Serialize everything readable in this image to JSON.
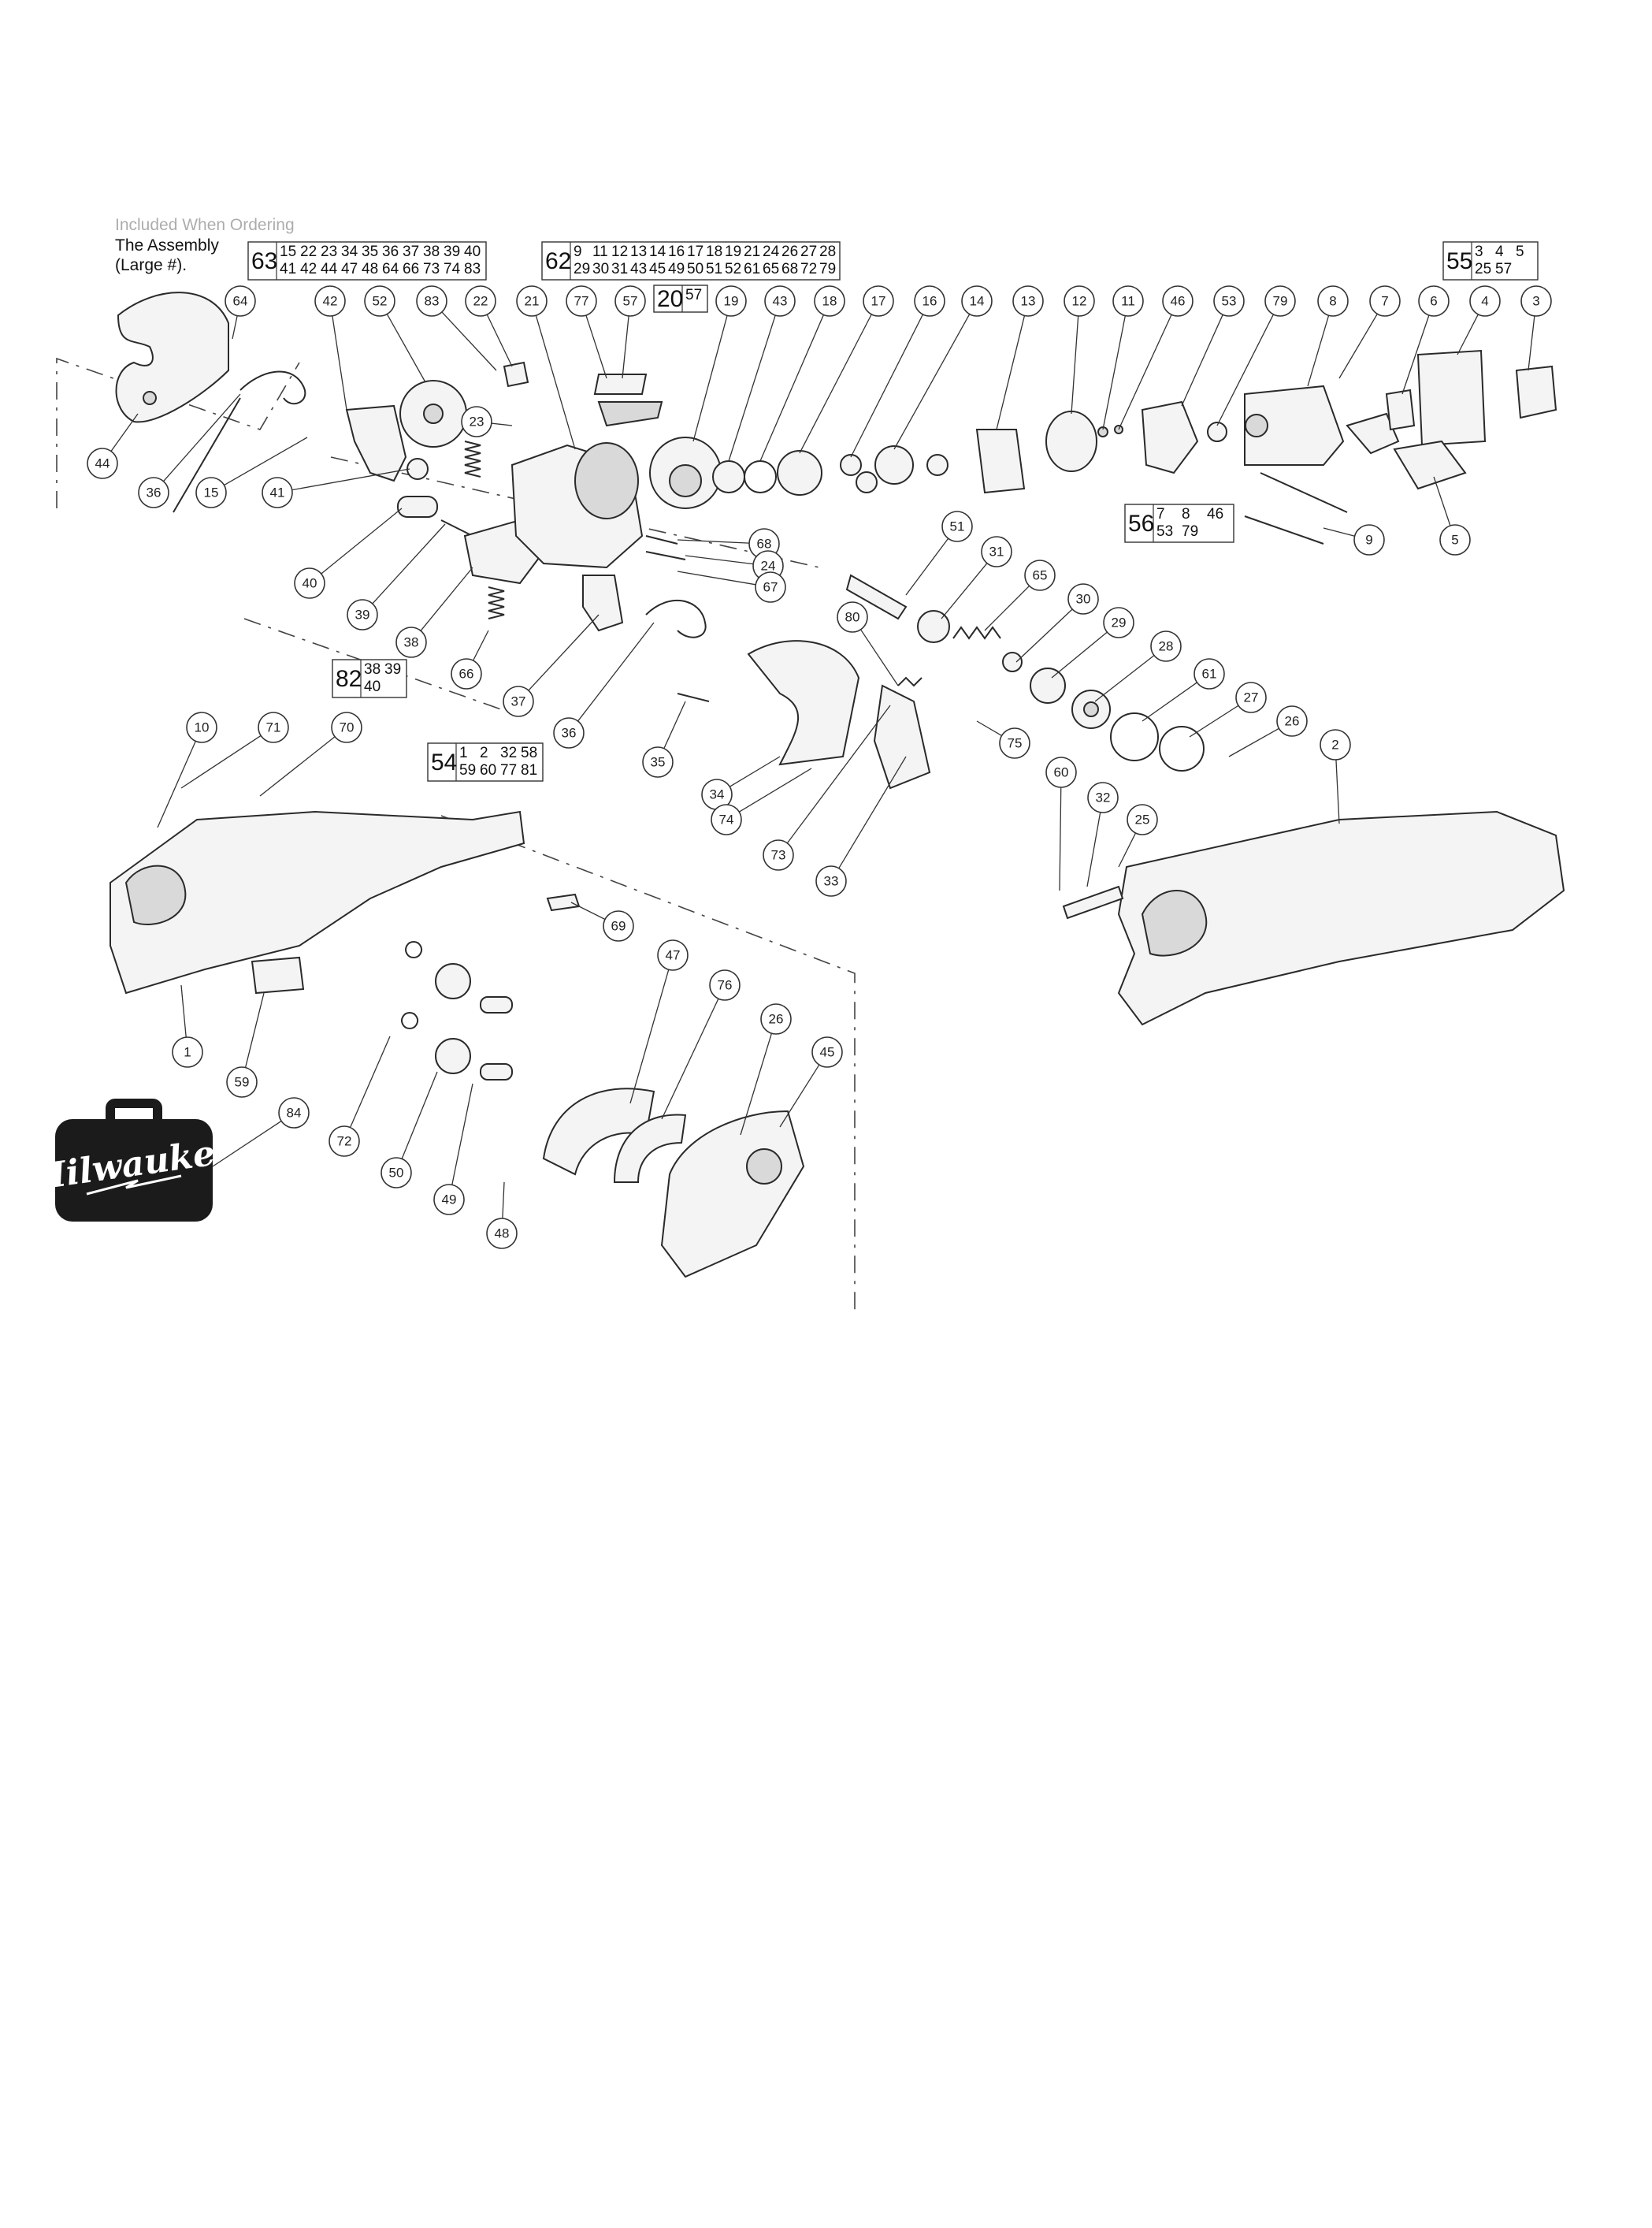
{
  "note": {
    "line1": "Included When Ordering",
    "line2": "The Assembly",
    "line3": "(Large #)."
  },
  "kits": [
    {
      "id": "kit-63",
      "main": "63",
      "rows": [
        [
          "15",
          "22",
          "23",
          "34",
          "35",
          "36",
          "37",
          "38",
          "39",
          "40"
        ],
        [
          "41",
          "42",
          "44",
          "47",
          "48",
          "64",
          "66",
          "73",
          "74",
          "83"
        ]
      ]
    },
    {
      "id": "kit-62",
      "main": "62",
      "rows": [
        [
          "9",
          "11",
          "12",
          "13",
          "14",
          "16",
          "17",
          "18",
          "19",
          "21",
          "24",
          "26",
          "27",
          "28"
        ],
        [
          "29",
          "30",
          "31",
          "43",
          "45",
          "49",
          "50",
          "51",
          "52",
          "61",
          "65",
          "68",
          "72",
          "79"
        ]
      ]
    },
    {
      "id": "kit-20",
      "main": "20",
      "rows": [
        [
          "57"
        ]
      ]
    },
    {
      "id": "kit-55",
      "main": "55",
      "rows": [
        [
          "3",
          "4",
          "5"
        ],
        [
          "25",
          "57"
        ]
      ]
    },
    {
      "id": "kit-56",
      "main": "56",
      "rows": [
        [
          "7",
          "8",
          "46"
        ],
        [
          "53",
          "79"
        ]
      ]
    },
    {
      "id": "kit-82",
      "main": "82",
      "rows": [
        [
          "38",
          "39"
        ],
        [
          "40"
        ]
      ]
    },
    {
      "id": "kit-54",
      "main": "54",
      "rows": [
        [
          "1",
          "2",
          "32",
          "58"
        ],
        [
          "59",
          "60",
          "77",
          "81"
        ]
      ]
    }
  ],
  "callouts": [
    {
      "label": "64",
      "role": "part"
    },
    {
      "label": "42",
      "role": "part"
    },
    {
      "label": "52",
      "role": "part"
    },
    {
      "label": "83",
      "role": "part"
    },
    {
      "label": "22",
      "role": "part"
    },
    {
      "label": "21",
      "role": "part"
    },
    {
      "label": "77",
      "role": "part"
    },
    {
      "label": "57",
      "role": "part"
    },
    {
      "label": "19",
      "role": "part"
    },
    {
      "label": "43",
      "role": "part"
    },
    {
      "label": "18",
      "role": "part"
    },
    {
      "label": "17",
      "role": "part"
    },
    {
      "label": "16",
      "role": "part"
    },
    {
      "label": "14",
      "role": "part"
    },
    {
      "label": "13",
      "role": "part"
    },
    {
      "label": "12",
      "role": "part"
    },
    {
      "label": "11",
      "role": "part"
    },
    {
      "label": "46",
      "role": "part"
    },
    {
      "label": "53",
      "role": "part"
    },
    {
      "label": "79",
      "role": "part"
    },
    {
      "label": "8",
      "role": "part"
    },
    {
      "label": "7",
      "role": "part"
    },
    {
      "label": "6",
      "role": "part"
    },
    {
      "label": "4",
      "role": "part"
    },
    {
      "label": "3",
      "role": "part"
    },
    {
      "label": "44",
      "role": "part"
    },
    {
      "label": "36",
      "role": "part"
    },
    {
      "label": "15",
      "role": "part"
    },
    {
      "label": "41",
      "role": "part"
    },
    {
      "label": "23",
      "role": "part"
    },
    {
      "label": "40",
      "role": "part"
    },
    {
      "label": "39",
      "role": "part"
    },
    {
      "label": "38",
      "role": "part"
    },
    {
      "label": "66",
      "role": "part"
    },
    {
      "label": "37",
      "role": "part"
    },
    {
      "label": "36",
      "role": "part"
    },
    {
      "label": "68",
      "role": "part"
    },
    {
      "label": "24",
      "role": "part"
    },
    {
      "label": "67",
      "role": "part"
    },
    {
      "label": "9",
      "role": "part"
    },
    {
      "label": "5",
      "role": "part"
    },
    {
      "label": "51",
      "role": "part"
    },
    {
      "label": "31",
      "role": "part"
    },
    {
      "label": "65",
      "role": "part"
    },
    {
      "label": "30",
      "role": "part"
    },
    {
      "label": "29",
      "role": "part"
    },
    {
      "label": "28",
      "role": "part"
    },
    {
      "label": "61",
      "role": "part"
    },
    {
      "label": "27",
      "role": "part"
    },
    {
      "label": "26",
      "role": "part"
    },
    {
      "label": "80",
      "role": "part"
    },
    {
      "label": "75",
      "role": "part"
    },
    {
      "label": "35",
      "role": "part"
    },
    {
      "label": "34",
      "role": "part"
    },
    {
      "label": "74",
      "role": "part"
    },
    {
      "label": "73",
      "role": "part"
    },
    {
      "label": "33",
      "role": "part"
    },
    {
      "label": "2",
      "role": "part"
    },
    {
      "label": "60",
      "role": "part"
    },
    {
      "label": "32",
      "role": "part"
    },
    {
      "label": "25",
      "role": "part"
    },
    {
      "label": "10",
      "role": "part"
    },
    {
      "label": "71",
      "role": "part"
    },
    {
      "label": "70",
      "role": "part"
    },
    {
      "label": "69",
      "role": "part"
    },
    {
      "label": "1",
      "role": "part"
    },
    {
      "label": "59",
      "role": "part"
    },
    {
      "label": "47",
      "role": "part"
    },
    {
      "label": "76",
      "role": "part"
    },
    {
      "label": "26",
      "role": "part"
    },
    {
      "label": "45",
      "role": "part"
    },
    {
      "label": "84",
      "role": "part"
    },
    {
      "label": "72",
      "role": "part"
    },
    {
      "label": "50",
      "role": "part"
    },
    {
      "label": "49",
      "role": "part"
    },
    {
      "label": "48",
      "role": "part"
    }
  ],
  "brand": {
    "logo_text": "Milwaukee",
    "case_color": "#1b1b1b"
  }
}
